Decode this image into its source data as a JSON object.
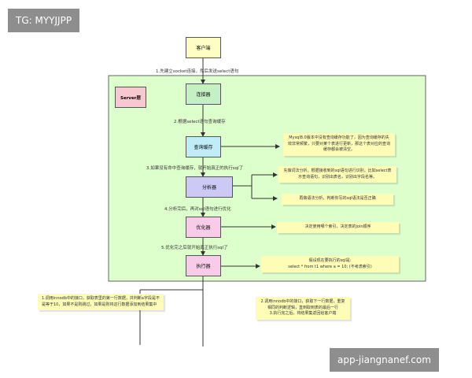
{
  "watermark": {
    "top": "TG: MYYJJPP",
    "bottom": "app-jiangnanef.com"
  },
  "server_label": "Server层",
  "nodes": {
    "client": "客户端",
    "connector": "连接器",
    "cache": "查询缓存",
    "analyzer": "分析器",
    "optimizer": "优化器",
    "executor": "执行器"
  },
  "steps": {
    "s1": "1.先建立socket连接，然后发送select语句",
    "s2": "2.根据select语句查询缓存",
    "s3": "3.如果没有命中查询缓存，就开始真正的执行sql了",
    "s4": "4.分析完后，再对sql语句进行优化",
    "s5": "5.优化完之后就开始真正执行sql了"
  },
  "notes": {
    "cache_note": "Mysql8.0版本中没有查询缓存功能了，因为查询缓存的失效非常频繁，只要对某个表进行更新，那这个表对应的查询缓存都会被清空。",
    "lexical_note": "先做词法分析，根据接收到的sql语句进行识别，比如select表示查询语句，识别出表名，识别出字段名等。",
    "syntax_note": "再做语法分析，判断你写的sql语法是否正确",
    "optimizer_note": "决定使用哪个索引，决定表的join顺序",
    "executor_note_line1": "假设现在要执行的sql是:",
    "executor_note_line2": "select * from t1 where a = 10; (不考虑索引)",
    "left_note": "1.调用innodb中的接口，获取表里的第一行数据，并判断a字段是不是等于10，如果不是则跳过，如果是则将这行数据添加到结果集中",
    "right_note_line1": "2.调用innodb中的接口，获取下一行数据，重复相同的判断逻辑，直到取到表的最后一行",
    "right_note_line2": "3.执行完之后，将结果集返回给客户端"
  },
  "colors": {
    "server_bg": "#ddffcc",
    "server_label_bg": "#f8c8d0",
    "client_bg": "#fdfdc4",
    "connector_bg": "#c4f0c4",
    "cache_bg": "#c0ecf8",
    "analyzer_bg": "#cccaf4",
    "optimizer_bg": "#f8cce8",
    "executor_bg": "#f8cce8",
    "note_bg": "#fdfdb8"
  }
}
